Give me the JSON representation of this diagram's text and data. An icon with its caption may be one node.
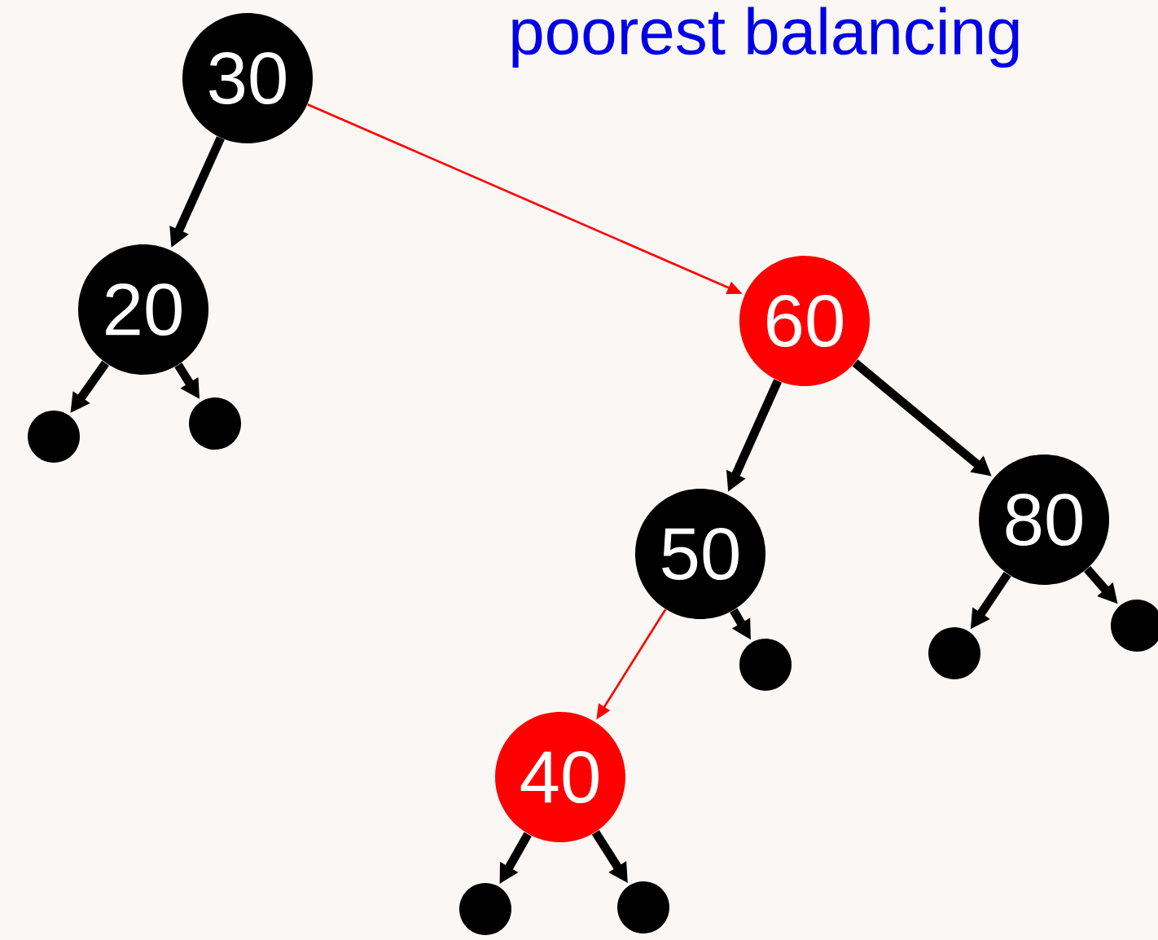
{
  "diagram": {
    "nodes": [
      {
        "text": [
          "30"
        ]
      },
      {
        "text": [
          "20"
        ]
      },
      {
        "text": [
          "60"
        ]
      },
      {
        "text": [],
        "shape": "circle"
      },
      {
        "text": [],
        "shape": "circle"
      },
      {
        "text": [
          "50"
        ]
      },
      {
        "text": [
          "80"
        ]
      },
      {
        "text": [],
        "shape": "circle"
      },
      {
        "text": [],
        "shape": "circle"
      },
      {
        "text": [],
        "shape": "circle"
      },
      {
        "text": [
          "40"
        ]
      },
      {
        "text": [],
        "shape": "circle"
      },
      {
        "text": [],
        "shape": "circle"
      }
    ],
    "edges": [
      {
        "from": 0,
        "to": 1,
        "arrow": "to"
      },
      {
        "from": 0,
        "to": 2,
        "arrow": "to",
        "color": "#ff0000"
      },
      {
        "from": 1,
        "to": 3,
        "arrow": "to"
      },
      {
        "from": 1,
        "to": 4,
        "arrow": "to"
      },
      {
        "from": 2,
        "to": 5,
        "arrow": "to"
      },
      {
        "from": 2,
        "to": 6,
        "arrow": "to"
      },
      {
        "from": 5,
        "to": 10,
        "arrow": "to",
        "color": "#ff0000"
      },
      {
        "from": 5,
        "to": 7,
        "arrow": "to"
      },
      {
        "from": 6,
        "to": 8,
        "arrow": "to"
      },
      {
        "from": 6,
        "to": 9,
        "arrow": "to"
      },
      {
        "from": 10,
        "to": 11,
        "arrow": "to"
      },
      {
        "from": 10,
        "to": 12,
        "arrow": "to"
      }
    ],
    "labels": [
      "poorest balancing"
    ]
  }
}
